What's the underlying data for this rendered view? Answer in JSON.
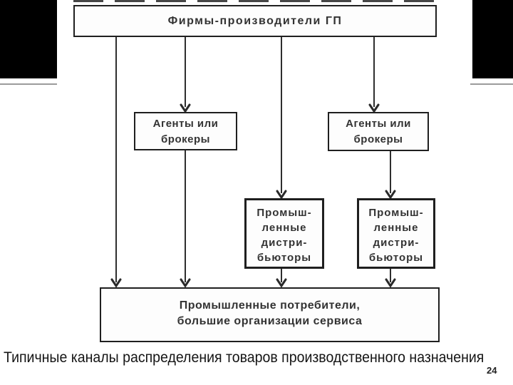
{
  "slide": {
    "caption": "Типичные каналы распределения товаров производственного назначения",
    "page_number": "24"
  },
  "colors": {
    "connector_line": "#2e2e2e",
    "box_border": "#1f1f1f",
    "box_text": "#333333",
    "divider_gray": "#9b9b9b",
    "corner_mask": "#000000",
    "background": "#ffffff"
  },
  "diagram": {
    "producers": {
      "label": "Фирмы-производители ГП"
    },
    "agents_left": {
      "line1": "Агенты или",
      "line2": "брокеры"
    },
    "agents_right": {
      "line1": "Агенты или",
      "line2": "брокеры"
    },
    "distributors_left": {
      "line1": "Промыш-",
      "line2": "ленные",
      "line3": "дистри-",
      "line4": "бьюторы"
    },
    "distributors_right": {
      "line1": "Промыш-",
      "line2": "ленные",
      "line3": "дистри-",
      "line4": "бьюторы"
    },
    "consumers": {
      "line1": "Промышленные потребители,",
      "line2": "большие организации сервиса"
    }
  }
}
